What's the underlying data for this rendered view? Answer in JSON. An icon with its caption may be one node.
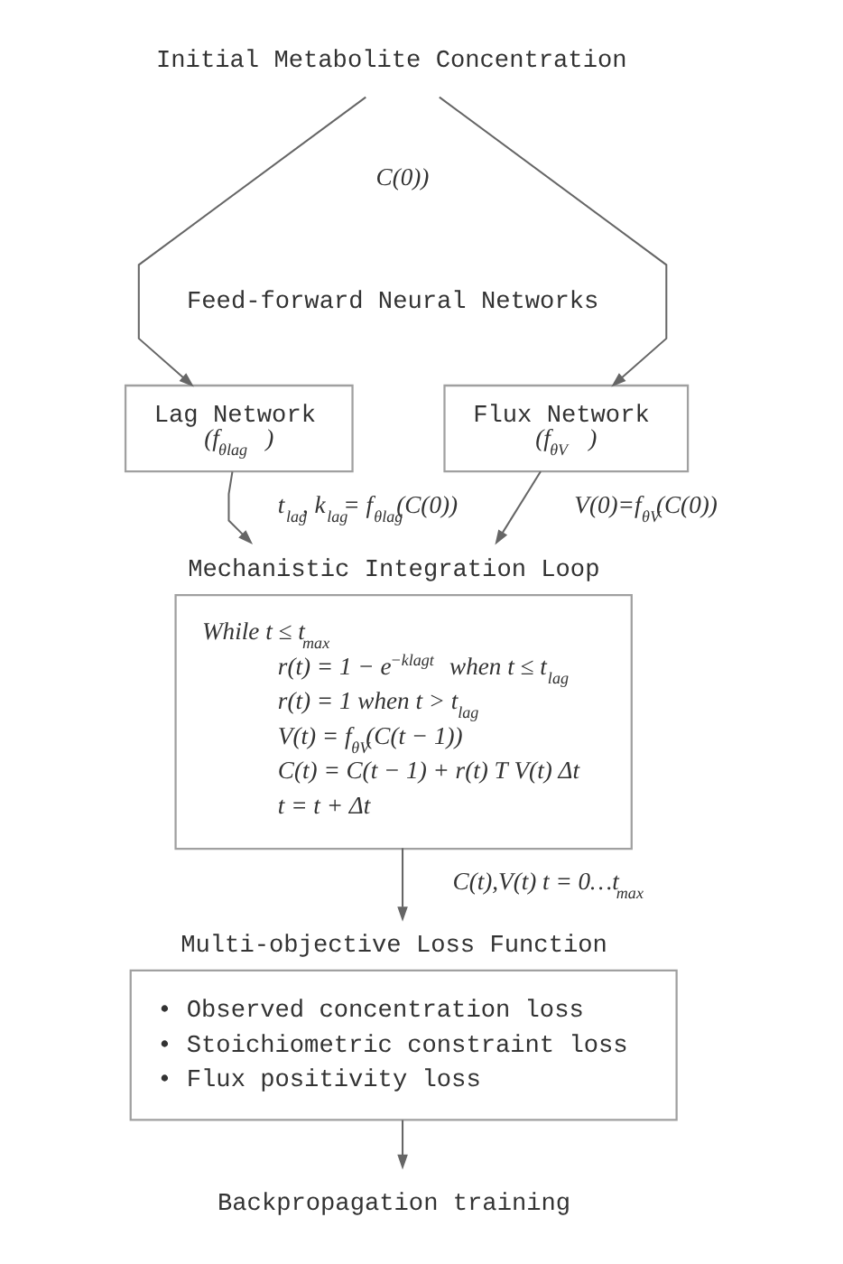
{
  "diagram": {
    "nodes": [
      {
        "text": [
          "Initial Metabolite Concentration"
        ]
      },
      {
        "text": [
          "Lag Network",
          "(f$_{θlag}$ )"
        ]
      },
      {
        "text": [
          "Flux Network",
          "(f$_{θV}$ )"
        ]
      },
      {
        "text": [
          "Mechanistic Integration Loop",
          "While t ≤ t$_{max}$",
          "r(t) = 1 − e$^{−klagt}$ when t ≤ t$_{lag}$",
          "r(t) = 1 when t > t$_{lag}$",
          "V(t) = f$_{θV}$(C(t − 1))",
          "C(t) = C(t − 1) + r(t) T V(t) Δt",
          "t = t + Δt"
        ]
      },
      {
        "text": [
          "Multi-objective Loss Function",
          "• Observed concentration loss",
          "• Stoichiometric constraint loss",
          "• Flux positivity loss"
        ]
      },
      {
        "text": [
          "Backpropagation training"
        ]
      }
    ],
    "edges": [
      {
        "from": 0,
        "to": 1,
        "arrow": "to"
      },
      {
        "from": 0,
        "to": 2,
        "arrow": "to"
      },
      {
        "from": 1,
        "to": 3,
        "arrow": "to",
        "label": "t$_{lag}$, k$_{lag}$= f$_{θlag}$(C(0))"
      },
      {
        "from": 2,
        "to": 3,
        "arrow": "to",
        "label": "V(0)=f$_{θV}$(C(0))"
      },
      {
        "from": 3,
        "to": 4,
        "arrow": "to",
        "label": "C(t),V(t) t = 0…t$_{max}$"
      },
      {
        "from": 4,
        "to": 5,
        "arrow": "to"
      }
    ],
    "labels": [
      "C(0))",
      "Feed-forward Neural Networks"
    ]
  }
}
